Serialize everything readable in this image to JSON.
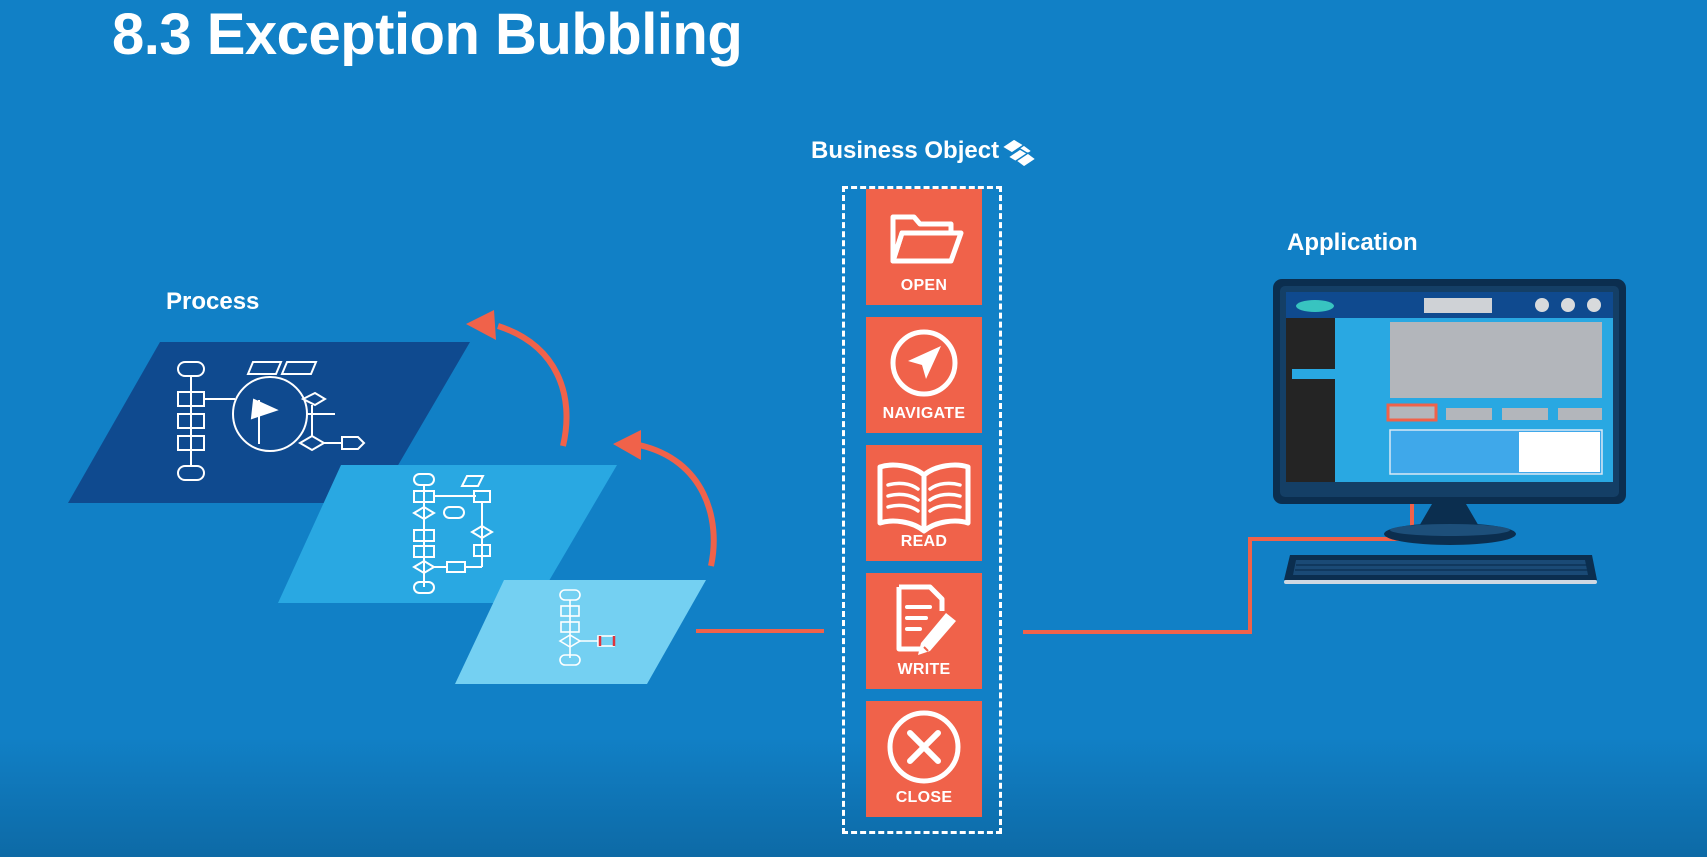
{
  "title": "8.3 Exception Bubbling",
  "process": {
    "label": "Process"
  },
  "business_object": {
    "label": "Business Object",
    "actions": [
      {
        "label": "OPEN",
        "icon": "folder-icon"
      },
      {
        "label": "NAVIGATE",
        "icon": "compass-icon"
      },
      {
        "label": "READ",
        "icon": "book-icon"
      },
      {
        "label": "WRITE",
        "icon": "document-pen-icon"
      },
      {
        "label": "CLOSE",
        "icon": "close-circle-icon"
      }
    ]
  },
  "application": {
    "label": "Application"
  },
  "colors": {
    "background": "#1180c6",
    "accent": "#f0624a",
    "layer_dark": "#0f4a8f",
    "layer_mid": "#29a8e2",
    "layer_light": "#74d0f2"
  }
}
